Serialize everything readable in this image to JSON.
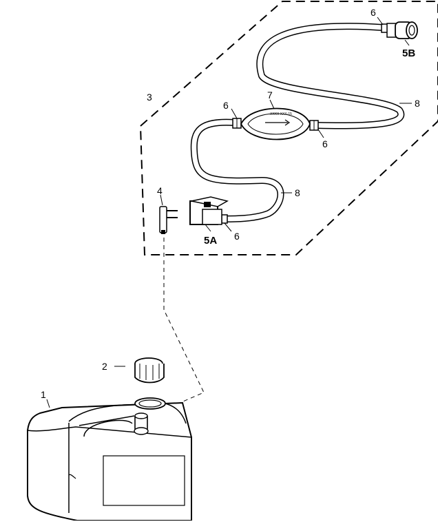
{
  "callouts": {
    "fuel_tank": "1",
    "tank_cap": "2",
    "kit_boundary": "3",
    "fuel_connector": "4",
    "engine_fitting": "5A",
    "tank_fitting": "5B",
    "clamp_top": "6",
    "clamp_bulb_left": "6",
    "clamp_bulb_right": "6",
    "clamp_fitting": "6",
    "primer_bulb": "7",
    "hose_upper": "8",
    "hose_lower": "8"
  },
  "bulb_marking": "XXXX XXX-15",
  "colors": {
    "line": "#000000",
    "background": "#ffffff"
  }
}
